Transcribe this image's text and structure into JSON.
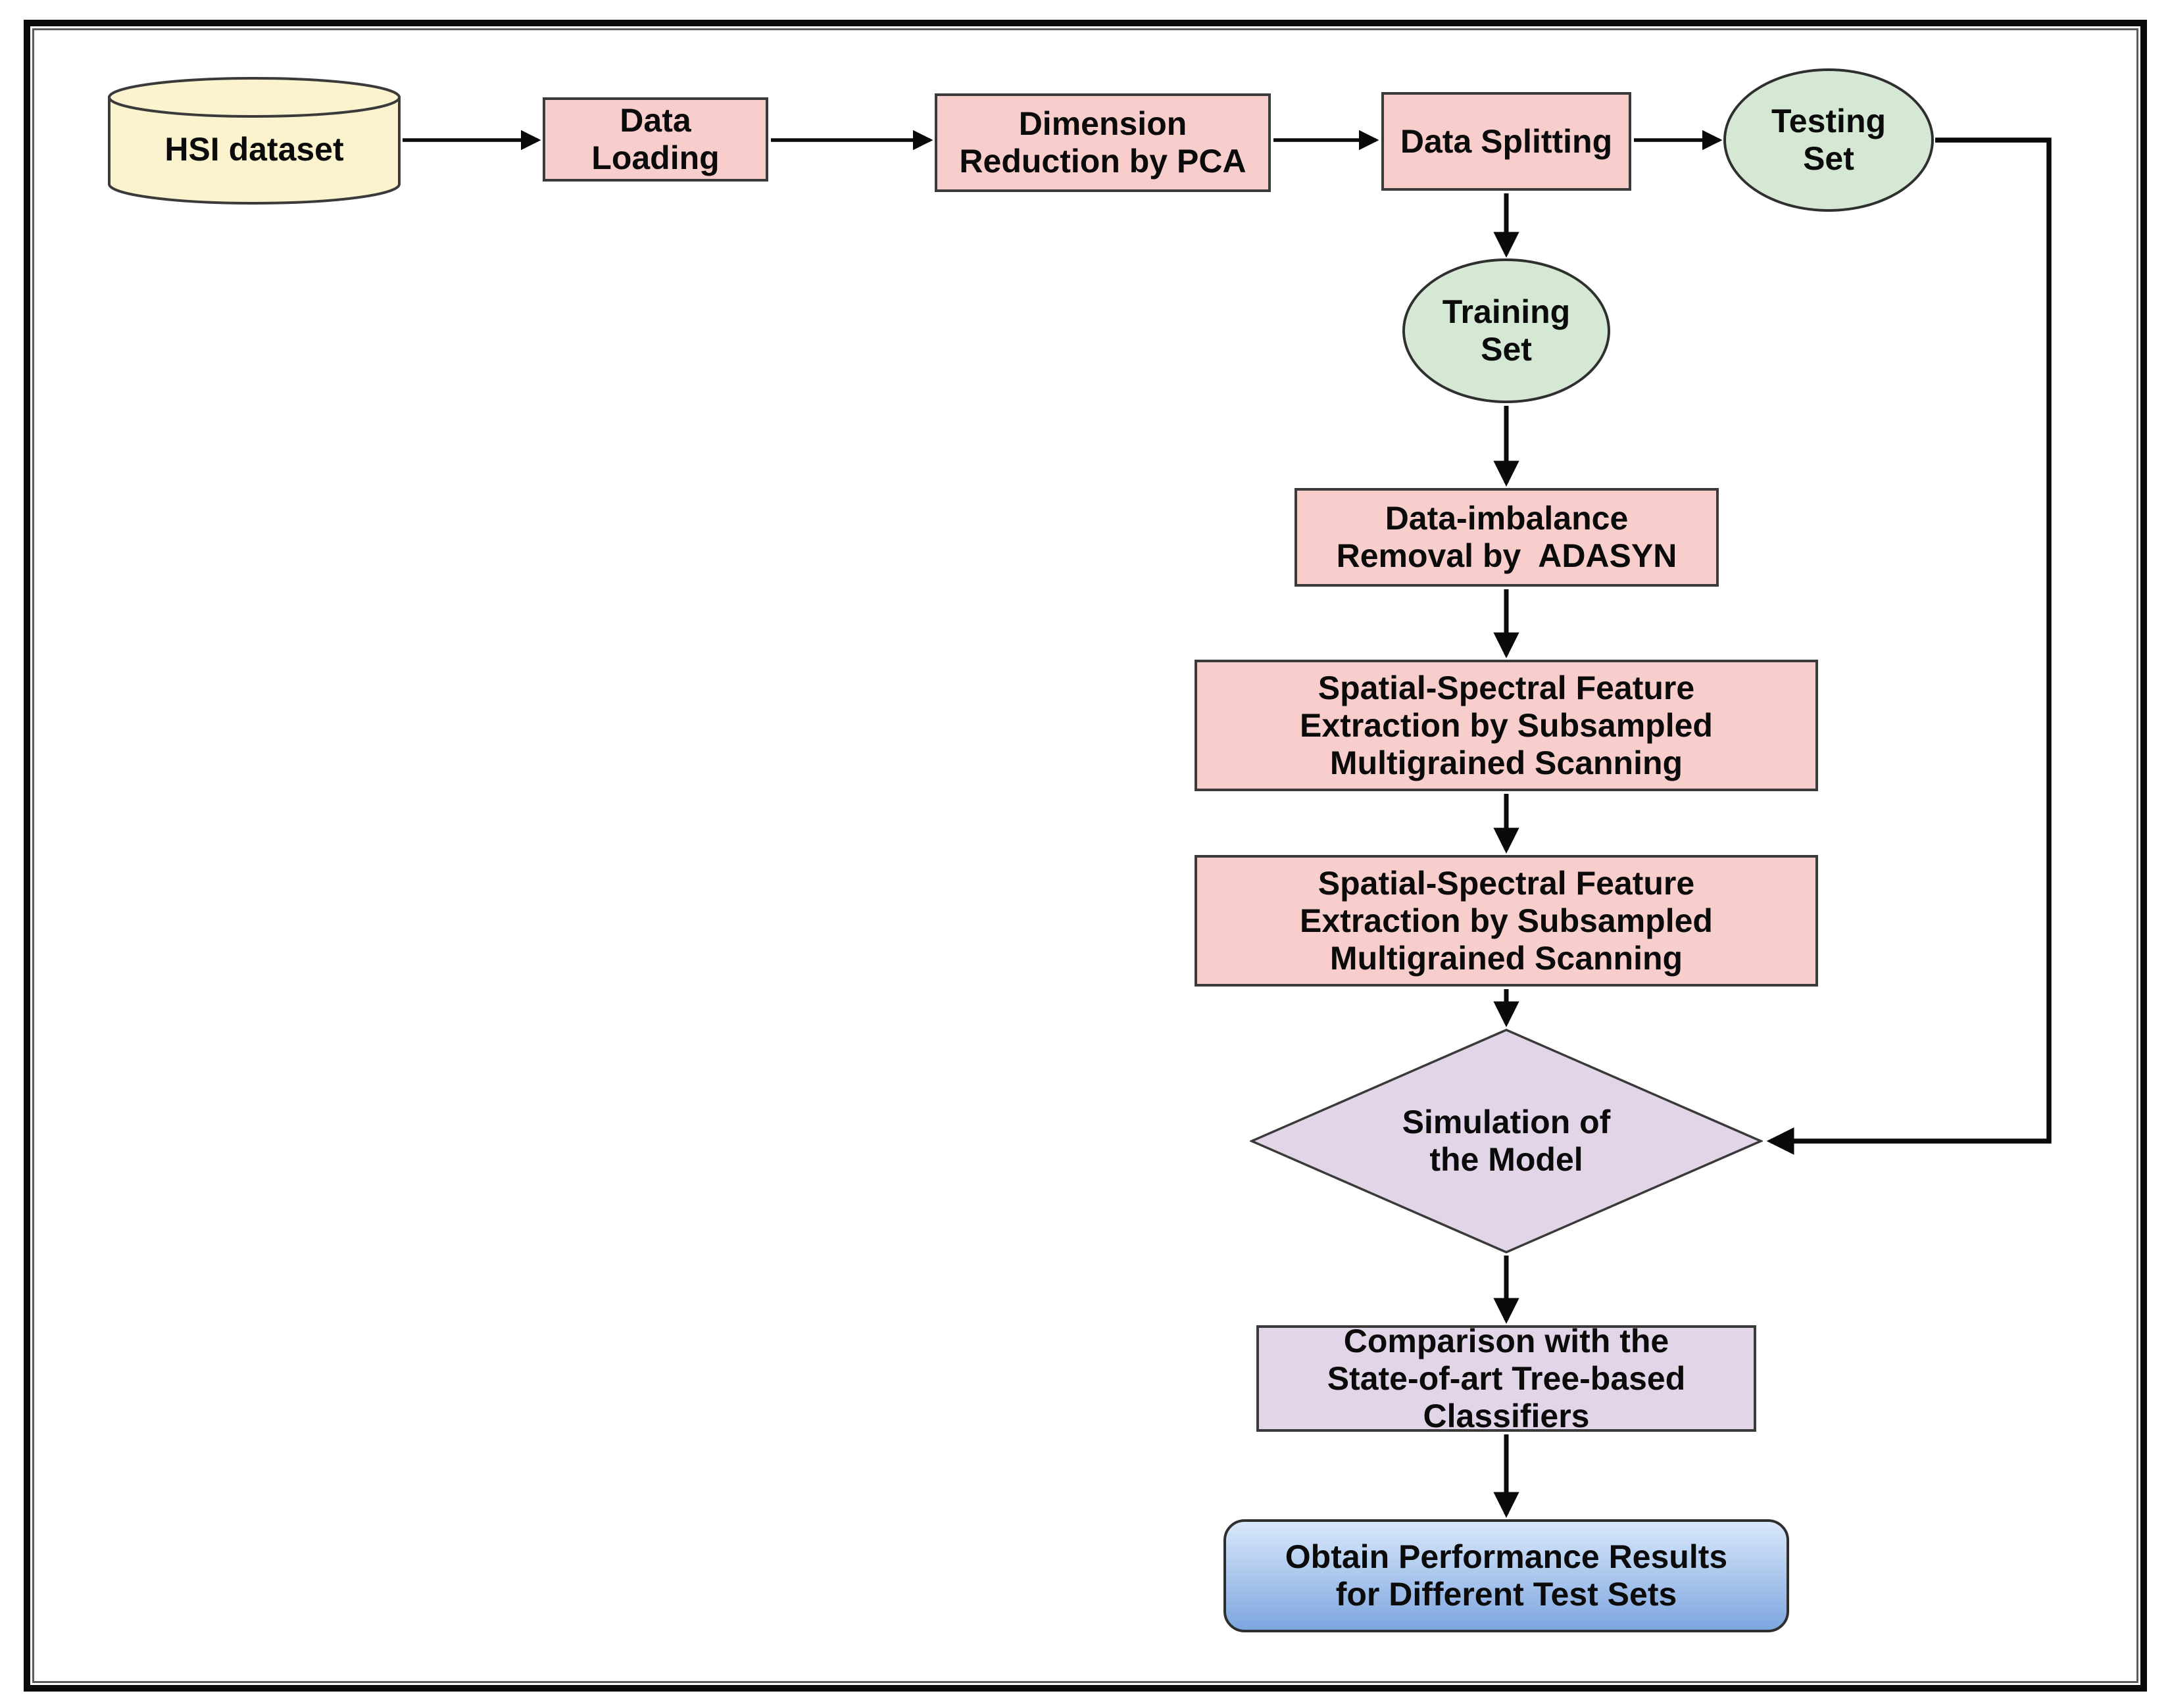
{
  "diagram": {
    "description": "Flowchart of an HSI classification pipeline",
    "colors": {
      "cylinder_fill": "#fbf2ce",
      "process_fill": "#f8cecc",
      "set_fill": "#d5e8d4",
      "decision_fill": "#e1d5e7",
      "comparison_fill": "#e1d5e7",
      "result_gradient_top": "#d9e8fa",
      "result_gradient_bottom": "#7ea6e0",
      "stroke": "#3a3a3a",
      "arrow": "#0a0a0a",
      "frame_outer": "#0a0a0a",
      "frame_inner": "#5c5c5c"
    },
    "nodes": {
      "hsi": {
        "label": "HSI dataset",
        "shape": "cylinder",
        "fill": "#fbf2ce"
      },
      "data_loading": {
        "label": "Data\nLoading",
        "shape": "process",
        "fill": "#f8cecc"
      },
      "dimension_reduction": {
        "label": "Dimension\nReduction by PCA",
        "shape": "process",
        "fill": "#f8cecc"
      },
      "data_splitting": {
        "label": "Data Splitting",
        "shape": "process",
        "fill": "#f8cecc"
      },
      "testing_set": {
        "label": "Testing\nSet",
        "shape": "ellipse",
        "fill": "#d5e8d4"
      },
      "training_set": {
        "label": "Training\nSet",
        "shape": "ellipse",
        "fill": "#d5e8d4"
      },
      "adasyn": {
        "label": "Data-imbalance\nRemoval by  ADASYN",
        "shape": "process",
        "fill": "#f8cecc"
      },
      "mgs1": {
        "label": "Spatial-Spectral Feature\nExtraction by Subsampled\nMultigrained Scanning",
        "shape": "process",
        "fill": "#f8cecc"
      },
      "mgs2": {
        "label": "Spatial-Spectral Feature\nExtraction by Subsampled\nMultigrained Scanning",
        "shape": "process",
        "fill": "#f8cecc"
      },
      "simulation": {
        "label": "Simulation of\nthe Model",
        "shape": "decision",
        "fill": "#e1d5e7"
      },
      "comparison": {
        "label": "Comparison with the\nState-of-art Tree-based\nClassifiers",
        "shape": "process",
        "fill": "#e1d5e7"
      },
      "results": {
        "label": "Obtain Performance Results\nfor Different Test Sets",
        "shape": "rounded",
        "fill": "#d9e8fa"
      }
    },
    "edges": [
      {
        "from": "hsi",
        "to": "data_loading"
      },
      {
        "from": "data_loading",
        "to": "dimension_reduction"
      },
      {
        "from": "dimension_reduction",
        "to": "data_splitting"
      },
      {
        "from": "data_splitting",
        "to": "testing_set"
      },
      {
        "from": "data_splitting",
        "to": "training_set"
      },
      {
        "from": "training_set",
        "to": "adasyn"
      },
      {
        "from": "adasyn",
        "to": "mgs1"
      },
      {
        "from": "mgs1",
        "to": "mgs2"
      },
      {
        "from": "mgs2",
        "to": "simulation"
      },
      {
        "from": "testing_set",
        "to": "simulation"
      },
      {
        "from": "simulation",
        "to": "comparison"
      },
      {
        "from": "comparison",
        "to": "results"
      }
    ]
  }
}
